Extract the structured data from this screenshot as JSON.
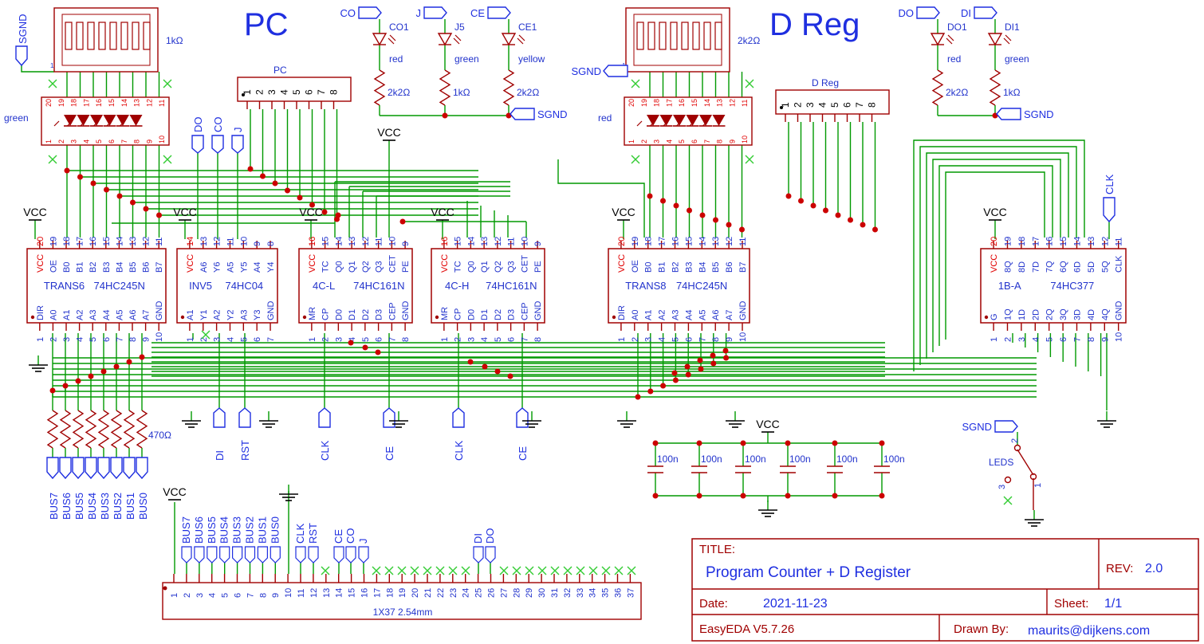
{
  "headings": {
    "pc": "PC",
    "dreg": "D Reg"
  },
  "chips": [
    {
      "ref": "TRANS6",
      "part": "74HC245N",
      "top_num": [
        "20",
        "19",
        "18",
        "17",
        "16",
        "15",
        "14",
        "13",
        "12",
        "11"
      ],
      "top_lbl": [
        "VCC",
        "OE",
        "B0",
        "B1",
        "B2",
        "B3",
        "B4",
        "B5",
        "B6",
        "B7"
      ],
      "bot_num": [
        "1",
        "2",
        "3",
        "4",
        "5",
        "6",
        "7",
        "8",
        "9",
        "10"
      ],
      "bot_lbl": [
        "DIR",
        "A0",
        "A1",
        "A2",
        "A3",
        "A4",
        "A5",
        "A6",
        "A7",
        "GND"
      ]
    },
    {
      "ref": "INV5",
      "part": "74HC04",
      "top_num": [
        "14",
        "13",
        "12",
        "11",
        "10",
        "9",
        "8"
      ],
      "top_lbl": [
        "VCC",
        "A6",
        "Y6",
        "A5",
        "Y5",
        "A4",
        "Y4"
      ],
      "bot_num": [
        "1",
        "2",
        "3",
        "4",
        "5",
        "6",
        "7"
      ],
      "bot_lbl": [
        "A1",
        "Y1",
        "A2",
        "Y2",
        "A3",
        "Y3",
        "GND"
      ]
    },
    {
      "ref": "4C-L",
      "part": "74HC161N",
      "top_num": [
        "16",
        "15",
        "14",
        "13",
        "12",
        "11",
        "10",
        "9"
      ],
      "top_lbl": [
        "VCC",
        "TC",
        "Q0",
        "Q1",
        "Q2",
        "Q3",
        "CET",
        "PE"
      ],
      "bot_num": [
        "1",
        "2",
        "3",
        "4",
        "5",
        "6",
        "7",
        "8"
      ],
      "bot_lbl": [
        "MR",
        "CP",
        "D0",
        "D1",
        "D2",
        "D3",
        "CEP",
        "GND"
      ]
    },
    {
      "ref": "4C-H",
      "part": "74HC161N",
      "top_num": [
        "16",
        "15",
        "14",
        "13",
        "12",
        "11",
        "10",
        "9"
      ],
      "top_lbl": [
        "VCC",
        "TC",
        "Q0",
        "Q1",
        "Q2",
        "Q3",
        "CET",
        "PE"
      ],
      "bot_num": [
        "1",
        "2",
        "3",
        "4",
        "5",
        "6",
        "7",
        "8"
      ],
      "bot_lbl": [
        "MR",
        "CP",
        "D0",
        "D1",
        "D2",
        "D3",
        "CEP",
        "GND"
      ]
    },
    {
      "ref": "TRANS8",
      "part": "74HC245N",
      "top_num": [
        "20",
        "19",
        "18",
        "17",
        "16",
        "15",
        "14",
        "13",
        "12",
        "11"
      ],
      "top_lbl": [
        "VCC",
        "OE",
        "B0",
        "B1",
        "B2",
        "B3",
        "B4",
        "B5",
        "B6",
        "B7"
      ],
      "bot_num": [
        "1",
        "2",
        "3",
        "4",
        "5",
        "6",
        "7",
        "8",
        "9",
        "10"
      ],
      "bot_lbl": [
        "DIR",
        "A0",
        "A1",
        "A2",
        "A3",
        "A4",
        "A5",
        "A6",
        "A7",
        "GND"
      ]
    },
    {
      "ref": "1B-A",
      "part": "74HC377",
      "top_num": [
        "20",
        "19",
        "18",
        "17",
        "16",
        "15",
        "14",
        "13",
        "12",
        "11"
      ],
      "top_lbl": [
        "VCC",
        "8Q",
        "8D",
        "7D",
        "7Q",
        "6Q",
        "6D",
        "5D",
        "5Q",
        "CLK"
      ],
      "bot_num": [
        "1",
        "2",
        "3",
        "4",
        "5",
        "6",
        "7",
        "8",
        "9",
        "10"
      ],
      "bot_lbl": [
        "G",
        "1Q",
        "1D",
        "2D",
        "2Q",
        "3Q",
        "3D",
        "4D",
        "4Q",
        "GND"
      ]
    }
  ],
  "vcc": "VCC",
  "sgnd": "SGND",
  "res_arrays": {
    "pc": "1kΩ",
    "dreg": "2k2Ω",
    "bus": "470Ω"
  },
  "led_arrays": {
    "pc": "green",
    "dreg": "red"
  },
  "led_pins_top": [
    "20",
    "19",
    "18",
    "17",
    "16",
    "15",
    "14",
    "13",
    "12",
    "11"
  ],
  "led_pins_bot": [
    "1",
    "2",
    "3",
    "4",
    "5",
    "6",
    "7",
    "8",
    "9",
    "10"
  ],
  "headers": {
    "pc": "PC",
    "dreg": "D Reg",
    "pins": [
      "1",
      "2",
      "3",
      "4",
      "5",
      "6",
      "7",
      "8"
    ]
  },
  "indicators": [
    {
      "net": "CO",
      "ref": "CO1",
      "color": "red",
      "res": "2k2Ω"
    },
    {
      "net": "J",
      "ref": "J5",
      "color": "green",
      "res": "1kΩ"
    },
    {
      "net": "CE",
      "ref": "CE1",
      "color": "yellow",
      "res": "2k2Ω"
    },
    {
      "net": "DO",
      "ref": "DO1",
      "color": "red",
      "res": "2k2Ω"
    },
    {
      "net": "DI",
      "ref": "DI1",
      "color": "green",
      "res": "1kΩ"
    }
  ],
  "control_ports": [
    "DO",
    "CO",
    "J"
  ],
  "bottom_ports": [
    "DI",
    "RST",
    "CLK",
    "CE",
    "CLK",
    "CE",
    "CLK"
  ],
  "bus_labels": [
    "BUS7",
    "BUS6",
    "BUS5",
    "BUS4",
    "BUS3",
    "BUS2",
    "BUS1",
    "BUS0"
  ],
  "caps": [
    "100n",
    "100n",
    "100n",
    "100n",
    "100n",
    "100n"
  ],
  "switch_label": "LEDS",
  "switch_pins": [
    "2",
    "3",
    "1"
  ],
  "connector": {
    "part": "1X37 2.54mm",
    "pins": [
      "1",
      "2",
      "3",
      "4",
      "5",
      "6",
      "7",
      "8",
      "9",
      "10",
      "11",
      "12",
      "13",
      "14",
      "15",
      "16",
      "17",
      "18",
      "19",
      "20",
      "21",
      "22",
      "23",
      "24",
      "25",
      "26",
      "27",
      "28",
      "29",
      "30",
      "31",
      "32",
      "33",
      "34",
      "35",
      "36",
      "37"
    ],
    "labels": [
      "CLK",
      "RST",
      "CE",
      "CO",
      "J",
      "DI",
      "DO"
    ]
  },
  "title_block": {
    "title_label": "TITLE:",
    "title": "Program Counter + D Register",
    "rev_label": "REV:",
    "rev": "2.0",
    "date_label": "Date:",
    "date": "2021-11-23",
    "sheet_label": "Sheet:",
    "sheet": "1/1",
    "tool": "EasyEDA V5.7.26",
    "drawn_label": "Drawn By:",
    "drawn": "maurits@dijkens.com"
  }
}
